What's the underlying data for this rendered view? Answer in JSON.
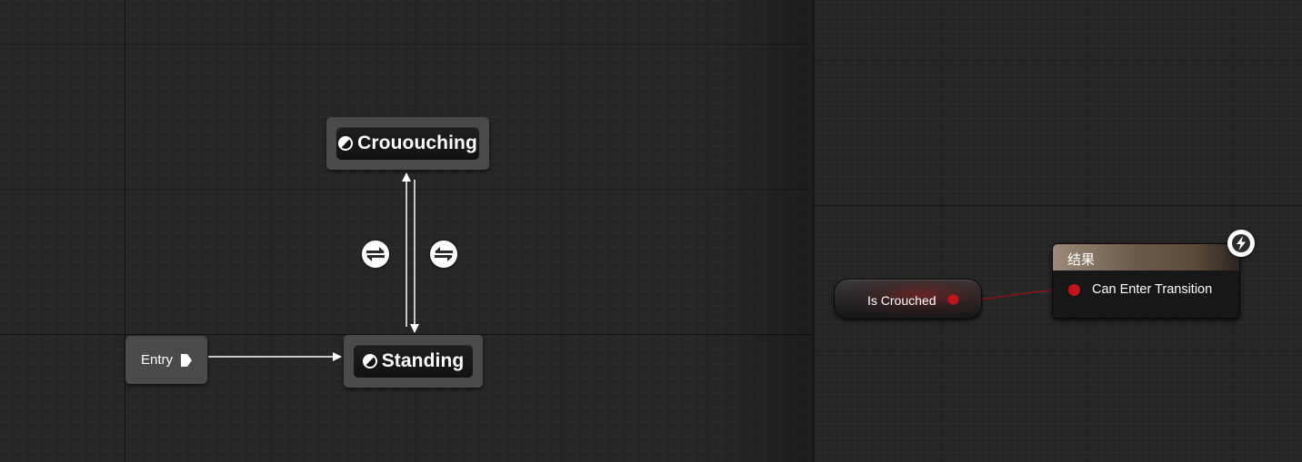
{
  "state_machine": {
    "entry": {
      "label": "Entry",
      "icon": "entry-arrow-icon"
    },
    "states": [
      {
        "id": "crouching",
        "label": "Crououching",
        "icon": "state-half-circle-icon"
      },
      {
        "id": "standing",
        "label": "Standing",
        "icon": "state-half-circle-icon"
      }
    ],
    "transitions": [
      {
        "from": "Entry",
        "to": "Standing"
      },
      {
        "from": "Standing",
        "to": "Crououching",
        "icon": "transition-rule-icon"
      },
      {
        "from": "Crououching",
        "to": "Standing",
        "icon": "transition-rule-icon"
      }
    ]
  },
  "transition_graph": {
    "variable_node": {
      "label": "Is Crouched",
      "pin_color": "#c0151b"
    },
    "result_node": {
      "title": "结果",
      "pin_label": "Can Enter Transition",
      "pin_color": "#c0151b",
      "badge_icon": "lightning-icon"
    },
    "wire_color": "#8b1216"
  },
  "colors": {
    "canvas_bg": "#262626",
    "node_bg": "#4a4a4a",
    "state_inner_bg": "#141414",
    "result_header": "#6b5a48"
  }
}
